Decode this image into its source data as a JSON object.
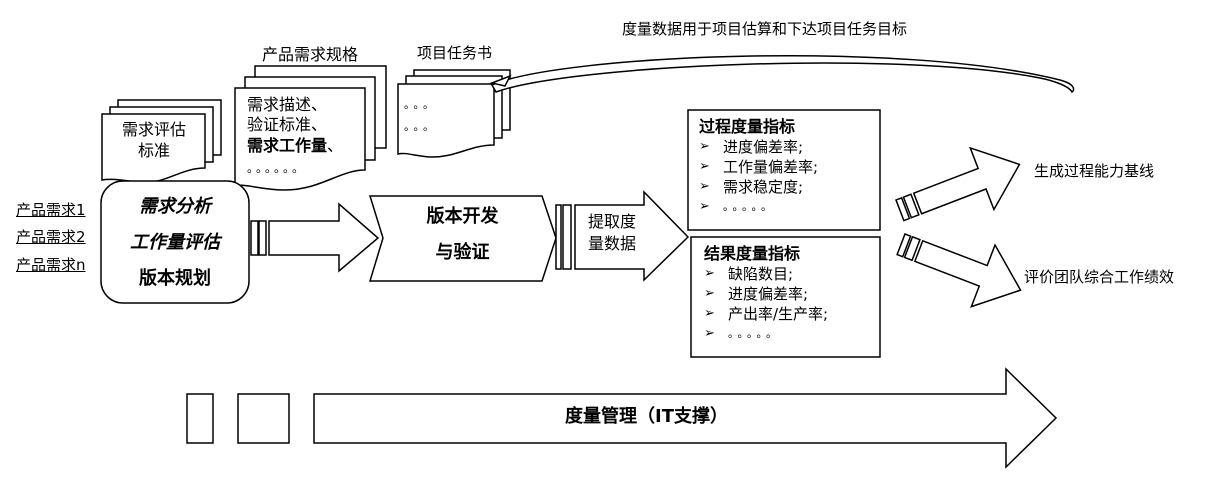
{
  "top_feedback": {
    "label": "度量数据用于项目估算和下达项目任务目标"
  },
  "documents": {
    "eval_standard": {
      "lines": [
        "需求评估",
        "标准"
      ]
    },
    "product_spec": {
      "title": "产品需求规格",
      "lines": [
        "需求描述、",
        "验证标准、"
      ],
      "bold_line": "需求工作量",
      "bold_suffix": "、",
      "ellipsis": "。。。。。。"
    },
    "task_book": {
      "title": "项目任务书",
      "dots_row1": "。。。",
      "dots_row2": "。。。"
    }
  },
  "inputs": [
    "产品需求1",
    "产品需求2",
    "产品需求n"
  ],
  "analysis_box": {
    "line1": "需求分析",
    "line2": "工作量评估",
    "line3": "版本规划"
  },
  "dev_stage": {
    "line1": "版本开发",
    "line2": "与验证"
  },
  "extract_stage": {
    "line1": "提取度",
    "line2": "量数据"
  },
  "process_metrics": {
    "title": "过程度量指标",
    "items": [
      "进度偏差率;",
      "工作量偏差率;",
      "需求稳定度;",
      "。。。。。"
    ]
  },
  "result_metrics": {
    "title": "结果度量指标",
    "items": [
      "缺陷数目;",
      "进度偏差率;",
      "产出率/生产率;",
      "。。。。。"
    ]
  },
  "outputs": {
    "baseline": "生成过程能力基线",
    "performance": "评价团队综合工作绩效"
  },
  "bottom_bar": {
    "label": "度量管理（IT支撑）"
  },
  "colors": {
    "stroke": "#000000",
    "fill": "#ffffff",
    "text": "#000000"
  }
}
